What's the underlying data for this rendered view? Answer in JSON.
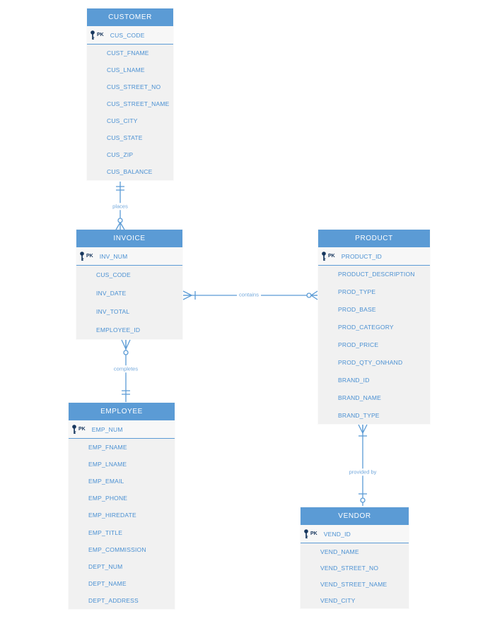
{
  "diagram": {
    "type": "entity-relationship-diagram",
    "notation": "crows-foot",
    "colors": {
      "entity_header_bg": "#5B9BD5",
      "entity_header_text": "#FFFFFF",
      "field_text": "#4A90D2",
      "pk_text": "#17375E",
      "body_bg": "#F1F1F1",
      "pk_row_bg": "#F7F7F7",
      "connector": "#5B9BD5"
    }
  },
  "entities": {
    "customer": {
      "name": "CUSTOMER",
      "pk_label": "PK",
      "pk": "CUS_CODE",
      "fields": [
        "CUST_FNAME",
        "CUS_LNAME",
        "CUS_STREET_NO",
        "CUS_STREET_NAME",
        "CUS_CITY",
        "CUS_STATE",
        "CUS_ZIP",
        "CUS_BALANCE"
      ]
    },
    "invoice": {
      "name": "INVOICE",
      "pk_label": "PK",
      "pk": "INV_NUM",
      "fields": [
        "CUS_CODE",
        "INV_DATE",
        "INV_TOTAL",
        "EMPLOYEE_ID"
      ]
    },
    "product": {
      "name": "PRODUCT",
      "pk_label": "PK",
      "pk": "PRODUCT_ID",
      "fields": [
        "PRODUCT_DESCRIPTION",
        "PROD_TYPE",
        "PROD_BASE",
        "PROD_CATEGORY",
        "PROD_PRICE",
        "PROD_QTY_ONHAND",
        "BRAND_ID",
        "BRAND_NAME",
        "BRAND_TYPE"
      ]
    },
    "employee": {
      "name": "EMPLOYEE",
      "pk_label": "PK",
      "pk": "EMP_NUM",
      "fields": [
        "EMP_FNAME",
        "EMP_LNAME",
        "EMP_EMAIL",
        "EMP_PHONE",
        "EMP_HIREDATE",
        "EMP_TITLE",
        "EMP_COMMISSION",
        "DEPT_NUM",
        "DEPT_NAME",
        "DEPT_ADDRESS"
      ]
    },
    "vendor": {
      "name": "VENDOR",
      "pk_label": "PK",
      "pk": "VEND_ID",
      "fields": [
        "VEND_NAME",
        "VEND_STREET_NO",
        "VEND_STREET_NAME",
        "VEND_CITY"
      ]
    }
  },
  "relationships": [
    {
      "label": "places",
      "from": "CUSTOMER",
      "to": "INVOICE",
      "from_cardinality": "one-and-only-one",
      "to_cardinality": "zero-or-many"
    },
    {
      "label": "completes",
      "from": "EMPLOYEE",
      "to": "INVOICE",
      "from_cardinality": "one-and-only-one",
      "to_cardinality": "zero-or-many"
    },
    {
      "label": "contains",
      "from": "INVOICE",
      "to": "PRODUCT",
      "from_cardinality": "one-or-many",
      "to_cardinality": "zero-or-many"
    },
    {
      "label": "provided by",
      "from": "VENDOR",
      "to": "PRODUCT",
      "from_cardinality": "zero-or-one",
      "to_cardinality": "one-or-many"
    }
  ]
}
